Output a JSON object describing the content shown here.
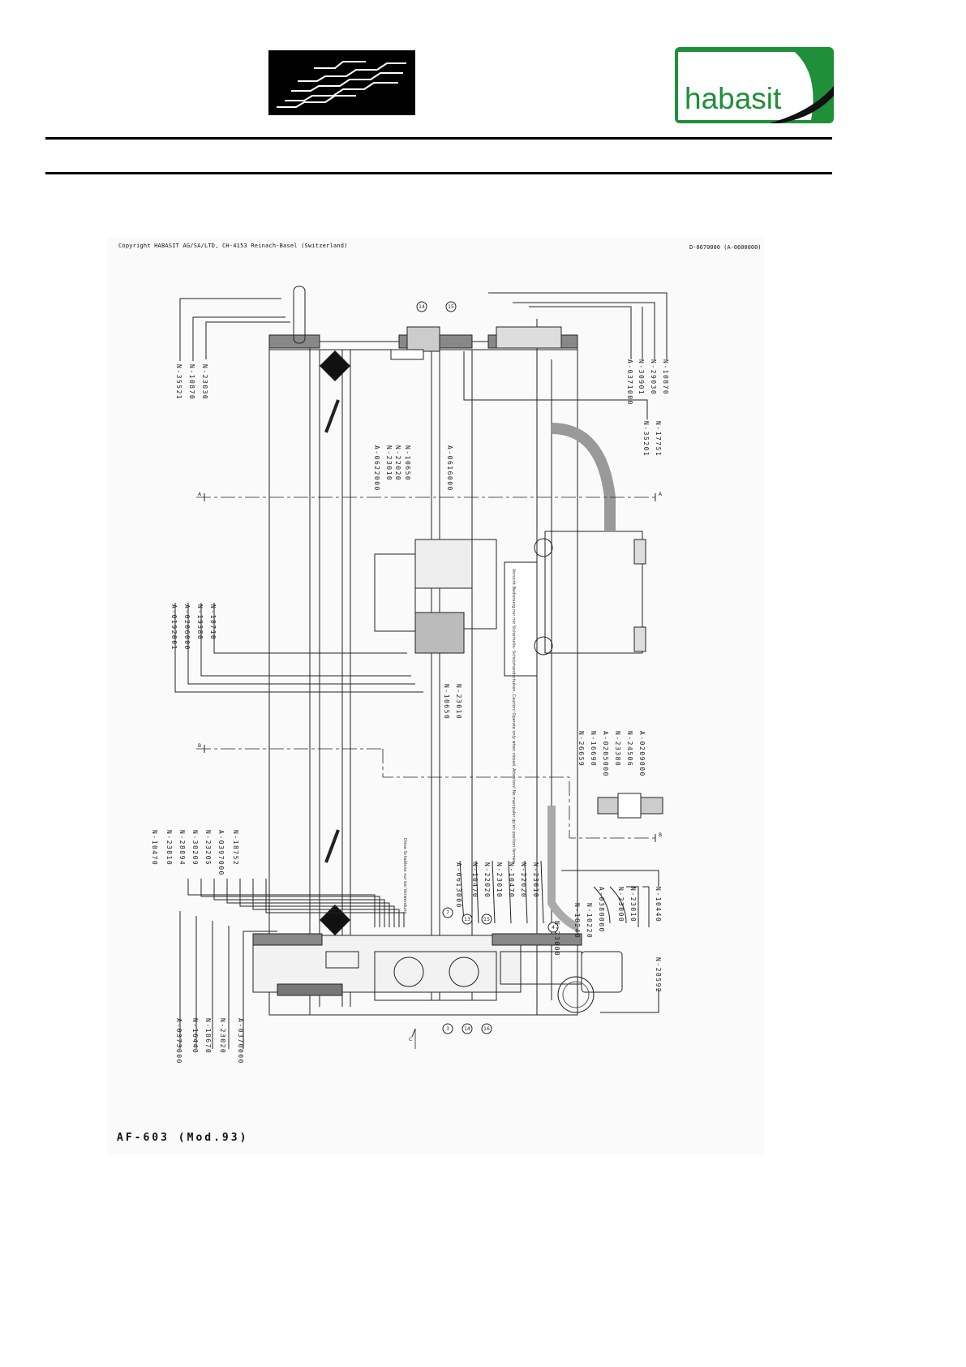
{
  "header": {
    "brand_logo_text": "habasit",
    "colors": {
      "brand_green": "#1f8f3a",
      "rule": "#000000"
    }
  },
  "drawing": {
    "copyright": "Copyright HABASIT AG/SA/LTD, CH-4153 Reinach-Basel (Switzerland)",
    "drawing_number": "D-0670000 (A-0600000)",
    "model": "AF-603 (Mod.93)",
    "section_markers": [
      "A",
      "A",
      "B",
      "B",
      "C"
    ],
    "circle_refs": [
      "14",
      "15",
      "7",
      "13",
      "15",
      "3",
      "14",
      "16",
      "4"
    ],
    "panel_note": "Vorsicht Bedienung nur mit Sicherheits- Schutzhandschuhen. Caution! Operate only when closed. Attention! Ne manipuler qu'en position fermee",
    "rail_note": "Diese Schablone nur bei Verwendung",
    "labels": {
      "top_left": [
        "N-35521",
        "N-10870",
        "N-23030"
      ],
      "top_right": [
        "A-0371000",
        "N-30901",
        "N-29030",
        "N-10870"
      ],
      "right_mid": [
        "N-35201",
        "N-17751"
      ],
      "center_top": [
        "A-0622000",
        "N-23010",
        "N-22020",
        "N-10650"
      ],
      "center_top_right": [
        "A-0616000"
      ],
      "left_mid": [
        "A-0192001",
        "A-0206000",
        "N-19380",
        "N-18710"
      ],
      "center_low": [
        "N-10650",
        "N-23010"
      ],
      "bearing": [
        "N-26659",
        "N-16690",
        "A-0205000",
        "N-23380",
        "N-24506",
        "A-0209000"
      ],
      "left_low": [
        "N-10470",
        "N-23810",
        "N-28894",
        "N-30209",
        "N-23205",
        "A-0397000",
        "N-18752"
      ],
      "center_bottom": [
        "A-0613000",
        "N-10470",
        "N-22020",
        "N-23010",
        "N-10470",
        "N-22020",
        "N-23010"
      ],
      "right_low": [
        "N-23000",
        "N-10240",
        "N-10220",
        "A-0380000",
        "N-23000",
        "N-23010",
        "N-10440"
      ],
      "right_bottom": [
        "N-28592"
      ],
      "bottom_left": [
        "A-0373000",
        "N-16440",
        "N-10670",
        "N-23020",
        "A-0370000"
      ]
    }
  }
}
